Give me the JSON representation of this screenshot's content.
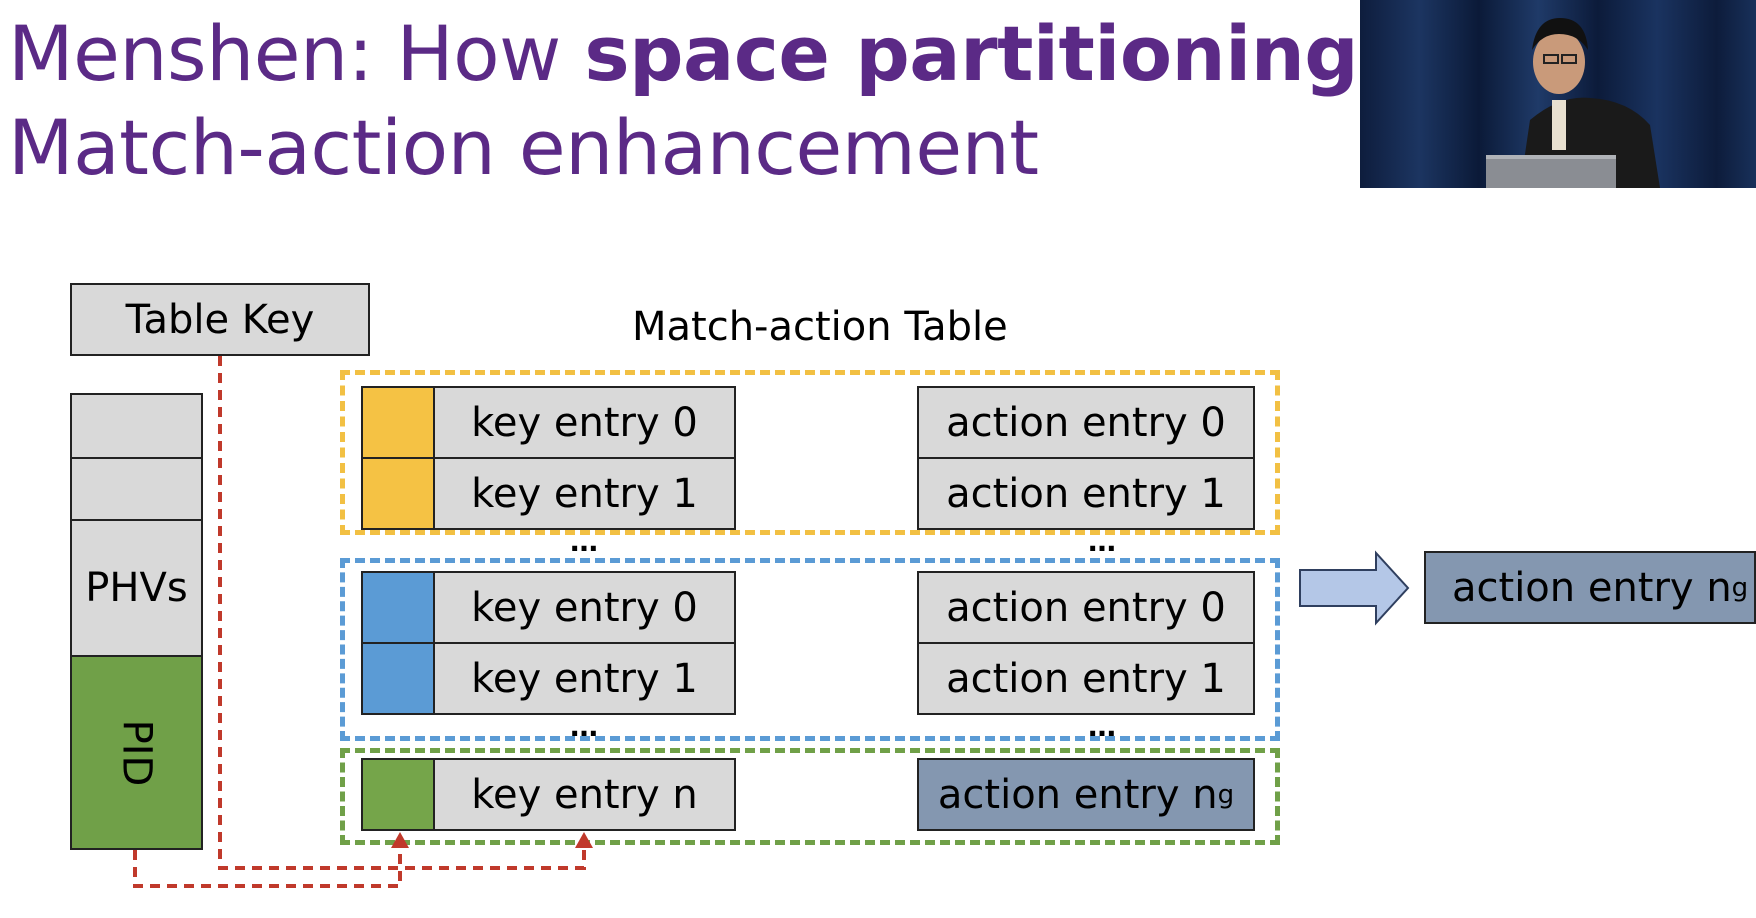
{
  "slide": {
    "title_line1_prefix": "Menshen: How ",
    "title_line1_bold": "space partitioning",
    "title_line1_suffix": " wor",
    "title_line2": "Match-action enhancement"
  },
  "diagram": {
    "table_key_label": "Table Key",
    "phvs_label": "PHVs",
    "pid_label": "PID",
    "match_action_table_label": "Match-action Table",
    "ellipsis": "…",
    "groups": [
      {
        "color": "#f2c043",
        "swatch_color": "#f5c244",
        "key_entries": [
          "key entry 0",
          "key entry 1"
        ],
        "action_entries": [
          "action entry 0",
          "action entry 1"
        ]
      },
      {
        "color": "#5b9bd5",
        "swatch_color": "#5b9bd5",
        "key_entries": [
          "key entry 0",
          "key entry 1"
        ],
        "action_entries": [
          "action entry 0",
          "action entry 1"
        ]
      },
      {
        "color": "#70a048",
        "swatch_color": "#75a54a",
        "key_entries": [
          "key entry n"
        ],
        "action_entries": [
          {
            "text": "action entry n",
            "sub": "g"
          }
        ]
      }
    ],
    "result": {
      "text": "action entry n",
      "sub": "g"
    },
    "colors": {
      "title": "#5b2a86",
      "entry_fill": "#d9d9d9",
      "pid_fill": "#70a048",
      "highlight_action": "#8497b0",
      "arrow_fill": "#b4c7e7",
      "arrow_stroke": "#2f3f5f",
      "path_line": "#c0392b"
    }
  }
}
